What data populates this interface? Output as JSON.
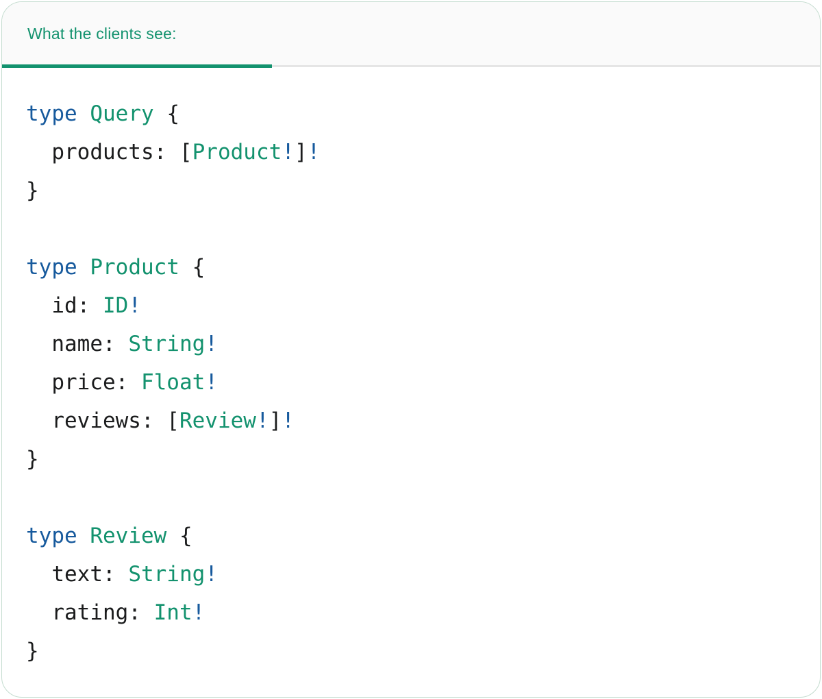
{
  "tab": {
    "label": "What the clients see:"
  },
  "colors": {
    "accent_teal": "#13926E",
    "keyword_blue": "#175A9D",
    "text_dark": "#1B1C1D",
    "divider_gray": "#E5E5E5",
    "card_border": "#C4DCCF",
    "header_bg": "#FAFAFA",
    "card_bg": "#FFFFFF"
  },
  "code": {
    "language": "graphql",
    "lines": [
      {
        "segments": [
          {
            "t": "type",
            "c": "kw"
          },
          {
            "t": " ",
            "c": "pl"
          },
          {
            "t": "Query",
            "c": "ty"
          },
          {
            "t": " {",
            "c": "pl"
          }
        ]
      },
      {
        "segments": [
          {
            "t": "  products: [",
            "c": "pl"
          },
          {
            "t": "Product",
            "c": "ty"
          },
          {
            "t": "!",
            "c": "kw"
          },
          {
            "t": "]",
            "c": "pl"
          },
          {
            "t": "!",
            "c": "kw"
          }
        ]
      },
      {
        "segments": [
          {
            "t": "}",
            "c": "pl"
          }
        ]
      },
      {
        "segments": []
      },
      {
        "segments": [
          {
            "t": "type",
            "c": "kw"
          },
          {
            "t": " ",
            "c": "pl"
          },
          {
            "t": "Product",
            "c": "ty"
          },
          {
            "t": " {",
            "c": "pl"
          }
        ]
      },
      {
        "segments": [
          {
            "t": "  id: ",
            "c": "pl"
          },
          {
            "t": "ID",
            "c": "ty"
          },
          {
            "t": "!",
            "c": "kw"
          }
        ]
      },
      {
        "segments": [
          {
            "t": "  name: ",
            "c": "pl"
          },
          {
            "t": "String",
            "c": "ty"
          },
          {
            "t": "!",
            "c": "kw"
          }
        ]
      },
      {
        "segments": [
          {
            "t": "  price: ",
            "c": "pl"
          },
          {
            "t": "Float",
            "c": "ty"
          },
          {
            "t": "!",
            "c": "kw"
          }
        ]
      },
      {
        "segments": [
          {
            "t": "  reviews: [",
            "c": "pl"
          },
          {
            "t": "Review",
            "c": "ty"
          },
          {
            "t": "!",
            "c": "kw"
          },
          {
            "t": "]",
            "c": "pl"
          },
          {
            "t": "!",
            "c": "kw"
          }
        ]
      },
      {
        "segments": [
          {
            "t": "}",
            "c": "pl"
          }
        ]
      },
      {
        "segments": []
      },
      {
        "segments": [
          {
            "t": "type",
            "c": "kw"
          },
          {
            "t": " ",
            "c": "pl"
          },
          {
            "t": "Review",
            "c": "ty"
          },
          {
            "t": " {",
            "c": "pl"
          }
        ]
      },
      {
        "segments": [
          {
            "t": "  text: ",
            "c": "pl"
          },
          {
            "t": "String",
            "c": "ty"
          },
          {
            "t": "!",
            "c": "kw"
          }
        ]
      },
      {
        "segments": [
          {
            "t": "  rating: ",
            "c": "pl"
          },
          {
            "t": "Int",
            "c": "ty"
          },
          {
            "t": "!",
            "c": "kw"
          }
        ]
      },
      {
        "segments": [
          {
            "t": "}",
            "c": "pl"
          }
        ]
      }
    ]
  }
}
